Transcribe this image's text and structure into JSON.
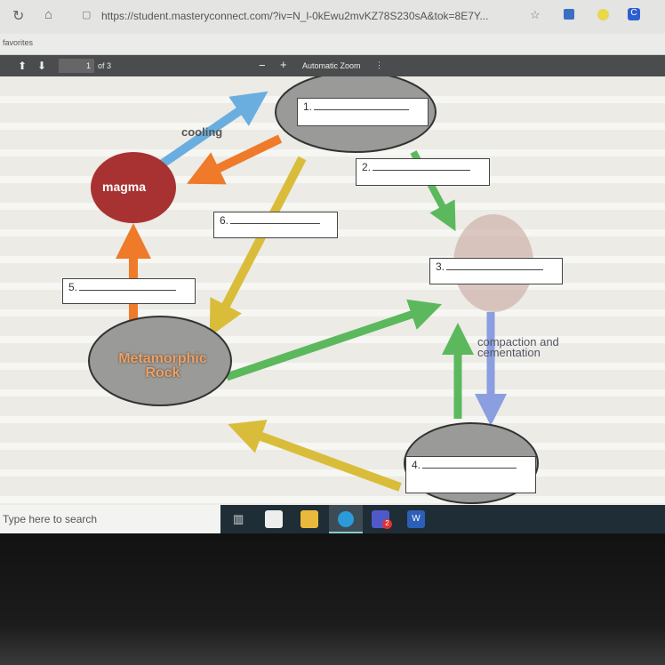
{
  "browser": {
    "url": "https://student.masteryconnect.com/?iv=N_l-0kEwu2mvKZ78S230sA&tok=8E7Y...",
    "favorites_label": "favorites"
  },
  "pdf_toolbar": {
    "page_current": "1",
    "page_total": "of 3",
    "zoom_minus": "−",
    "zoom_plus": "+",
    "zoom_label": "Automatic Zoom"
  },
  "diagram": {
    "labels": {
      "cooling": "cooling",
      "magma": "magma",
      "metamorphic_line1": "Metamorphic",
      "metamorphic_line2": "Rock",
      "compaction_line1": "compaction and",
      "compaction_line2": "cementation"
    },
    "boxes": [
      {
        "num": "1."
      },
      {
        "num": "2."
      },
      {
        "num": "3."
      },
      {
        "num": "4."
      },
      {
        "num": "5."
      },
      {
        "num": "6."
      }
    ]
  },
  "taskbar": {
    "search_placeholder": "Type here to search",
    "teams_badge": "2",
    "word_letter": "W"
  },
  "colors": {
    "blue_arrow": "#6aaee0",
    "orange_arrow": "#ef7a2a",
    "yellow_arrow": "#d9bd3a",
    "green_arrow": "#5cb85c",
    "magma": "#a83232",
    "rock": "#9a9a98"
  }
}
